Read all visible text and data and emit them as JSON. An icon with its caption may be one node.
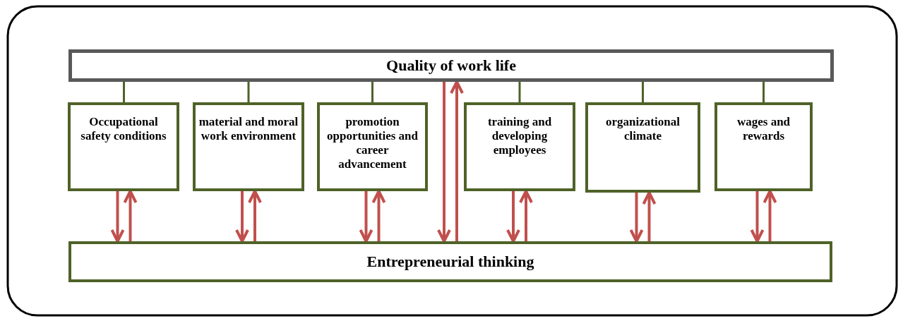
{
  "diagram": {
    "nodes": [
      {
        "text": [
          "Quality of work life"
        ]
      },
      {
        "text": [
          "Occupational safety conditions"
        ]
      },
      {
        "text": [
          "material and moral work environment"
        ]
      },
      {
        "text": [
          "promotion opportunities and career advancement"
        ]
      },
      {
        "text": [
          "training and developing employees"
        ]
      },
      {
        "text": [
          "organizational climate"
        ]
      },
      {
        "text": [
          "wages and rewards"
        ]
      },
      {
        "text": [
          "Entrepreneurial thinking"
        ]
      }
    ],
    "edges": [
      {
        "from": 0,
        "to": 1,
        "arrow": "none",
        "color": "#4f6228"
      },
      {
        "from": 0,
        "to": 2,
        "arrow": "none",
        "color": "#4f6228"
      },
      {
        "from": 0,
        "to": 3,
        "arrow": "none",
        "color": "#4f6228"
      },
      {
        "from": 0,
        "to": 4,
        "arrow": "none",
        "color": "#4f6228"
      },
      {
        "from": 0,
        "to": 5,
        "arrow": "none",
        "color": "#4f6228"
      },
      {
        "from": 0,
        "to": 6,
        "arrow": "none",
        "color": "#4f6228"
      },
      {
        "from": 0,
        "to": 7,
        "arrow": "to"
      },
      {
        "from": 7,
        "to": 0,
        "arrow": "to"
      },
      {
        "from": 1,
        "to": 7,
        "arrow": "to"
      },
      {
        "from": 7,
        "to": 1,
        "arrow": "to"
      },
      {
        "from": 2,
        "to": 7,
        "arrow": "to"
      },
      {
        "from": 7,
        "to": 2,
        "arrow": "to"
      },
      {
        "from": 3,
        "to": 7,
        "arrow": "to"
      },
      {
        "from": 7,
        "to": 3,
        "arrow": "to"
      },
      {
        "from": 4,
        "to": 7,
        "arrow": "to"
      },
      {
        "from": 7,
        "to": 4,
        "arrow": "to"
      },
      {
        "from": 5,
        "to": 7,
        "arrow": "to"
      },
      {
        "from": 7,
        "to": 5,
        "arrow": "to"
      },
      {
        "from": 6,
        "to": 7,
        "arrow": "to"
      },
      {
        "from": 7,
        "to": 6,
        "arrow": "to"
      }
    ]
  }
}
